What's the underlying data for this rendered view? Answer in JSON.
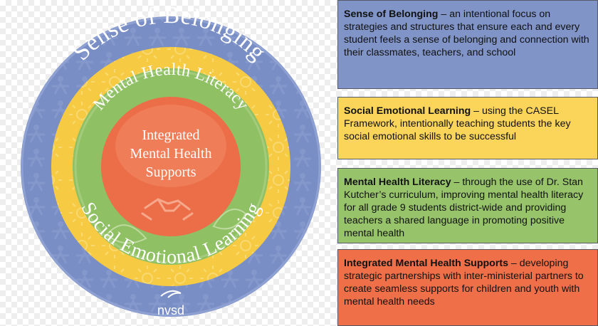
{
  "diagram": {
    "rings": [
      {
        "label": "Sense of Belonging",
        "color": "#7a8ec6"
      },
      {
        "label": "Social Emotional Learning",
        "color": "#f6ca43"
      },
      {
        "label": "Mental Health Literacy",
        "color": "#8fc063"
      },
      {
        "label_lines": [
          "Integrated",
          "Mental Health",
          "Supports"
        ],
        "color": "#ec6e48"
      }
    ],
    "logo": "nvsd"
  },
  "panel": {
    "belonging": {
      "heading": "Sense of Belonging",
      "text": " – an intentional focus on strategies and structures that ensure each and every student feels a sense of belonging and connection with their classmates, teachers, and school",
      "color": "#8094c8"
    },
    "sel": {
      "heading": "Social Emotional Learning",
      "text": " – using the CASEL Framework, intentionally teaching students the key social emotional skills to be successful",
      "color": "#fbd45a"
    },
    "mhl": {
      "heading": "Mental Health Literacy",
      "text": " – through the use of Dr. Stan Kutcher’s  curriculum, improving mental health literacy for all grade 9 students district-wide and providing teachers a shared language in promoting positive mental health",
      "color": "#97c46a"
    },
    "imhs": {
      "heading": "Integrated Mental Health Supports",
      "text": " – developing strategic partnerships with inter-ministerial partners to create seamless supports for children and youth with mental health needs",
      "color": "#ef6f48"
    }
  }
}
